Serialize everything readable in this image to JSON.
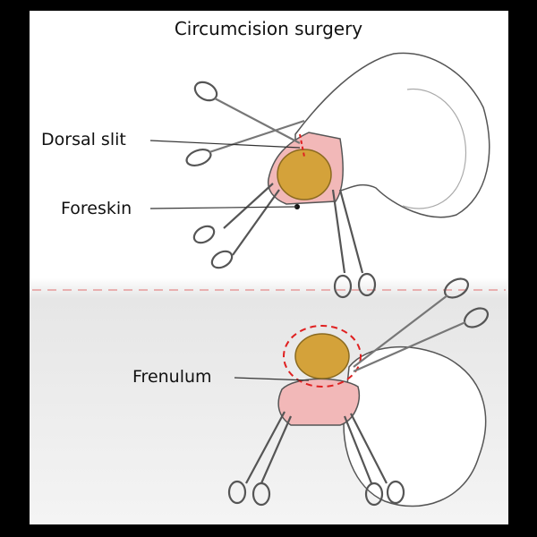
{
  "title": "Circumcision surgery",
  "labels": {
    "dorsal_slit": "Dorsal slit",
    "foreskin": "Foreskin",
    "frenulum": "Frenulum"
  },
  "colors": {
    "glans": "#d4a23a",
    "foreskin": "#f2b8b8",
    "incision": "#e02020",
    "divider": "#e8b0b0"
  }
}
